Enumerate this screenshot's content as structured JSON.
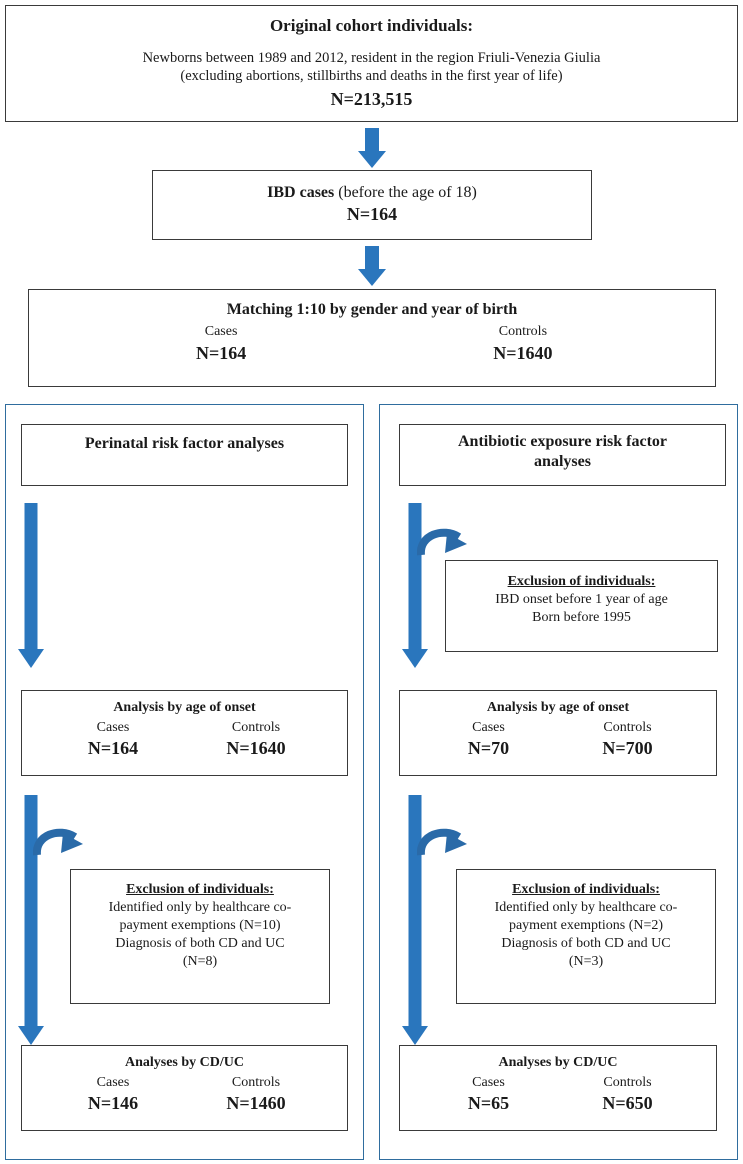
{
  "colors": {
    "arrow": "#2a76bd",
    "panel_border": "#2f6d9e",
    "box_border": "#3a3a3a",
    "text": "#1a1a1a",
    "background": "#ffffff"
  },
  "cohort_box": {
    "title": "Original cohort individuals:",
    "line1": "Newborns between 1989 and 2012, resident in the region Friuli-Venezia Giulia",
    "line2": "(excluding abortions, stillbirths and deaths in the first year of life)",
    "n": "N=213,515"
  },
  "ibd_box": {
    "title_bold": "IBD cases",
    "title_rest": " (before the age of 18)",
    "n": "N=164"
  },
  "matching_box": {
    "title": "Matching 1:10 by gender and year of birth",
    "cases_label": "Cases",
    "controls_label": "Controls",
    "cases_n": "N=164",
    "controls_n": "N=1640"
  },
  "left_panel": {
    "header": "Perinatal risk factor analyses",
    "age_onset": {
      "title": "Analysis by age of onset",
      "cases_label": "Cases",
      "controls_label": "Controls",
      "cases_n": "N=164",
      "controls_n": "N=1640"
    },
    "exclusion": {
      "title": "Exclusion of individuals:",
      "line1": "Identified only by healthcare co-",
      "line2": "payment exemptions (N=10)",
      "line3": "Diagnosis of both CD and UC",
      "line4": "(N=8)"
    },
    "cduc": {
      "title": "Analyses by CD/UC",
      "cases_label": "Cases",
      "controls_label": "Controls",
      "cases_n": "N=146",
      "controls_n": "N=1460"
    }
  },
  "right_panel": {
    "header_line1": "Antibiotic exposure risk factor",
    "header_line2": "analyses",
    "exclusion_top": {
      "title": "Exclusion of individuals:",
      "line1": "IBD onset before 1 year of age",
      "line2": "Born before 1995"
    },
    "age_onset": {
      "title": "Analysis by age of onset",
      "cases_label": "Cases",
      "controls_label": "Controls",
      "cases_n": "N=70",
      "controls_n": "N=700"
    },
    "exclusion": {
      "title": "Exclusion of individuals:",
      "line1": "Identified only by healthcare co-",
      "line2": "payment exemptions (N=2)",
      "line3": "Diagnosis of both CD and UC",
      "line4": "(N=3)"
    },
    "cduc": {
      "title": "Analyses by CD/UC",
      "cases_label": "Cases",
      "controls_label": "Controls",
      "cases_n": "N=65",
      "controls_n": "N=650"
    }
  }
}
